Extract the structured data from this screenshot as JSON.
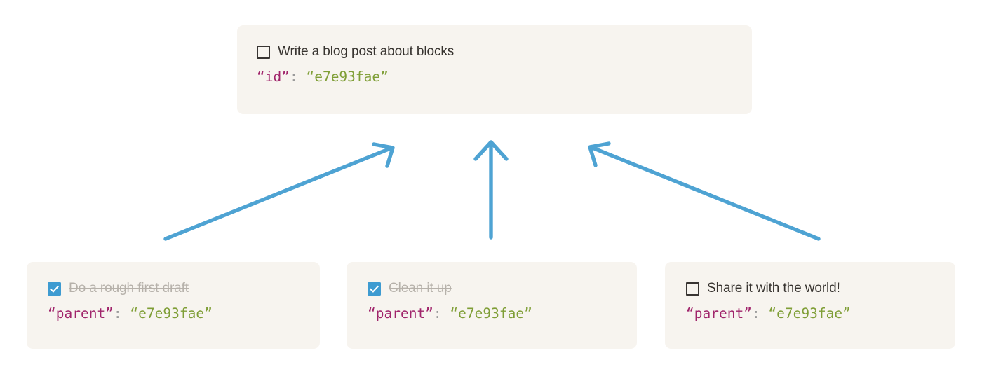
{
  "theme": {
    "page_background": "#ffffff",
    "card_background": "#f7f4ef",
    "arrow_color": "#4ea3d3",
    "checkbox_checked_color": "#3e9bd1",
    "checkbox_outline_color": "#393533",
    "text_color": "#37332f",
    "done_text_color": "#b6b1aa",
    "json_key_color": "#a0246b",
    "json_value_color": "#7f9e36",
    "json_colon_color": "#9a9a9a"
  },
  "parent_card": {
    "todo_label": "Write a blog post about blocks",
    "checked": false,
    "checkbox_icon": "checkbox-unchecked-icon",
    "json": {
      "key": "“id”",
      "colon": ":",
      "value": "“e7e93fae”"
    }
  },
  "child_cards": [
    {
      "todo_label": "Do a rough first draft",
      "checked": true,
      "checkbox_icon": "checkbox-checked-icon",
      "json": {
        "key": "“parent”",
        "colon": ":",
        "value": "“e7e93fae”"
      }
    },
    {
      "todo_label": "Clean it up",
      "checked": true,
      "checkbox_icon": "checkbox-checked-icon",
      "json": {
        "key": "“parent”",
        "colon": ":",
        "value": "“e7e93fae”"
      }
    },
    {
      "todo_label": "Share it with the world!",
      "checked": false,
      "checkbox_icon": "checkbox-unchecked-icon",
      "json": {
        "key": "“parent”",
        "colon": ":",
        "value": "“e7e93fae”"
      }
    }
  ],
  "arrows": [
    {
      "name": "arrow-from-left-child-to-parent",
      "direction": "up-right"
    },
    {
      "name": "arrow-from-middle-child-to-parent",
      "direction": "up"
    },
    {
      "name": "arrow-from-right-child-to-parent",
      "direction": "up-left"
    }
  ]
}
